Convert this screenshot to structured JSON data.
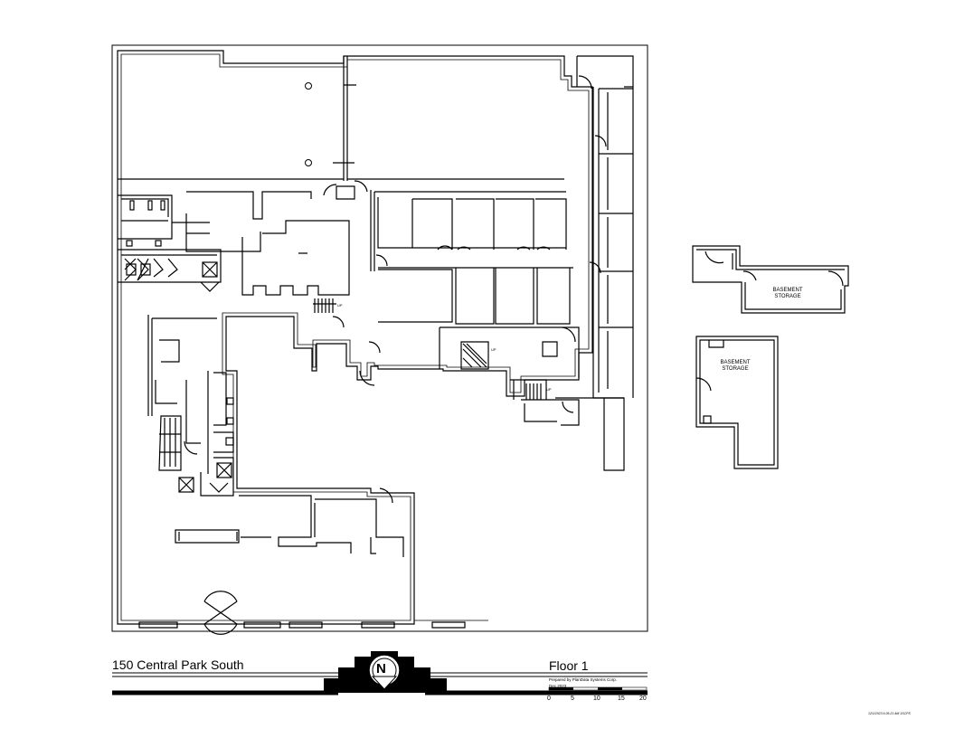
{
  "title_block": {
    "building": "150 Central Park South",
    "floor": "Floor 1",
    "prepared_by": "Prepared by PlanData Systems Corp.",
    "date": "Dec 2023",
    "scale_labels": [
      "0",
      "5",
      "10",
      "15",
      "20"
    ],
    "north_letter": "N"
  },
  "rooms": {
    "basement_storage_1": [
      "BASEMENT",
      "STORAGE"
    ],
    "basement_storage_2": [
      "BASEMENT",
      "STORAGE"
    ]
  },
  "stair_labels": [
    "UP",
    "UP",
    "UP"
  ],
  "print_stamp": "12/1/2023   6:26:21 AM   1SCPS"
}
